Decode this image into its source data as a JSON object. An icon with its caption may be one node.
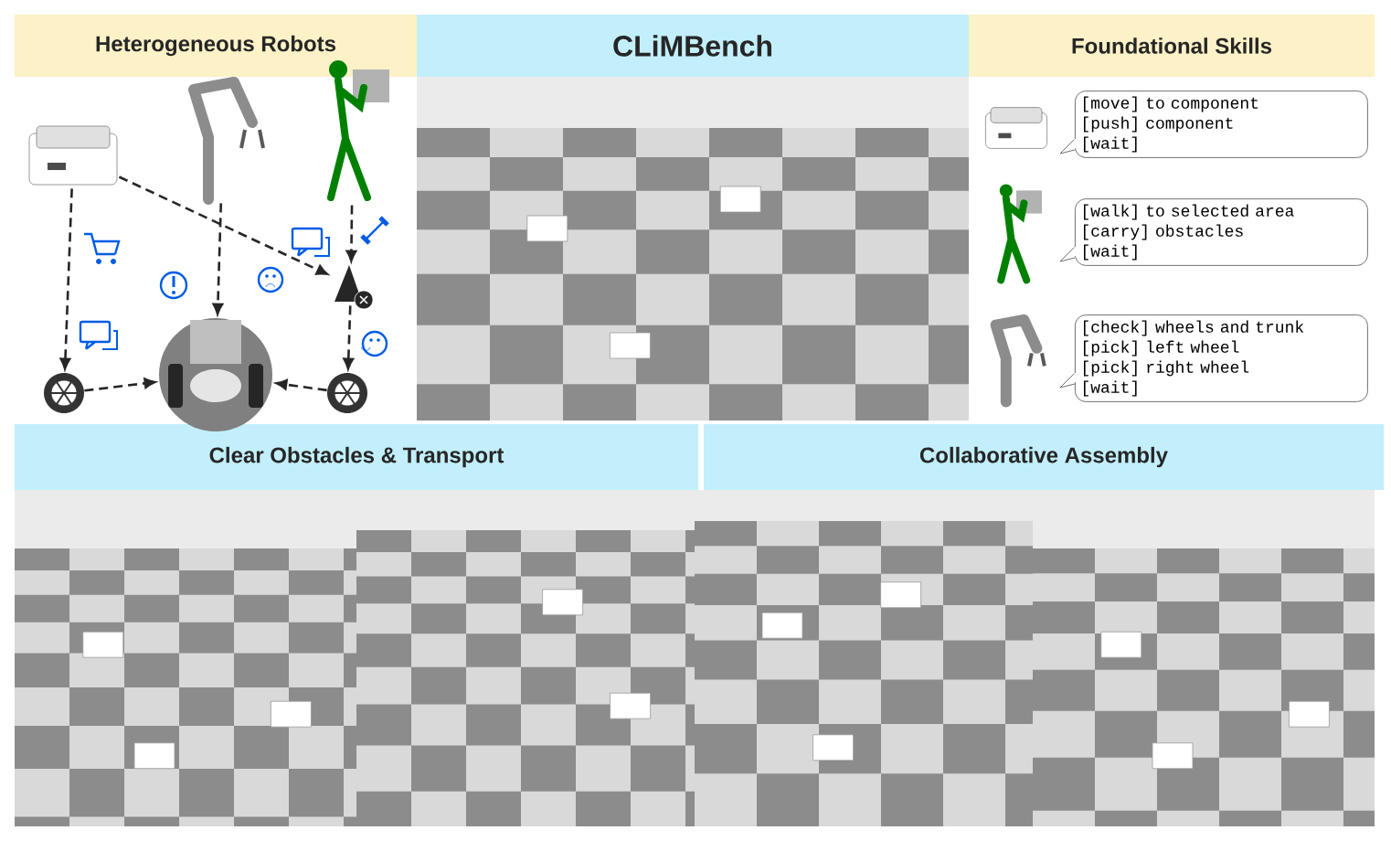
{
  "diagram": {
    "nodes": [
      {
        "text": [
          "Heterogeneous Robots"
        ]
      },
      {
        "text": [
          "CLiMBench"
        ]
      },
      {
        "text": [
          "Foundational Skills"
        ]
      },
      {
        "text": [
          "[move] to component",
          "[push] component",
          "[wait]"
        ]
      },
      {
        "text": [
          "[walk] to selected area",
          "[carry] obstacles",
          "[wait]"
        ]
      },
      {
        "text": [
          "[check] wheels and trunk",
          "[pick] left wheel",
          "[pick] right wheel",
          "[wait]"
        ]
      },
      {
        "text": [
          "Clear Obstacles & Transport"
        ]
      },
      {
        "text": [
          "Collaborative Assembly"
        ]
      },
      {
        "text": [],
        "shape": "picture"
      },
      {
        "text": [],
        "shape": "picture"
      },
      {
        "text": [],
        "shape": "picture"
      },
      {
        "text": [],
        "shape": "picture"
      },
      {
        "text": [],
        "shape": "picture"
      },
      {
        "text": [],
        "shape": "picture"
      },
      {
        "text": [],
        "shape": "picture"
      }
    ],
    "edges": [
      {
        "from": 8,
        "to": 12,
        "arrow": "to",
        "style": "dashed"
      },
      {
        "from": 8,
        "to": 11,
        "arrow": "to",
        "style": "dashed"
      },
      {
        "from": 9,
        "to": 13,
        "arrow": "to",
        "style": "dashed"
      },
      {
        "from": 10,
        "to": 11,
        "arrow": "to",
        "style": "dashed"
      },
      {
        "from": 11,
        "to": 14,
        "arrow": "to",
        "style": "dashed"
      },
      {
        "from": 12,
        "to": 13,
        "arrow": "to",
        "style": "dashed"
      },
      {
        "from": 14,
        "to": 13,
        "arrow": "to",
        "style": "dashed"
      }
    ]
  }
}
